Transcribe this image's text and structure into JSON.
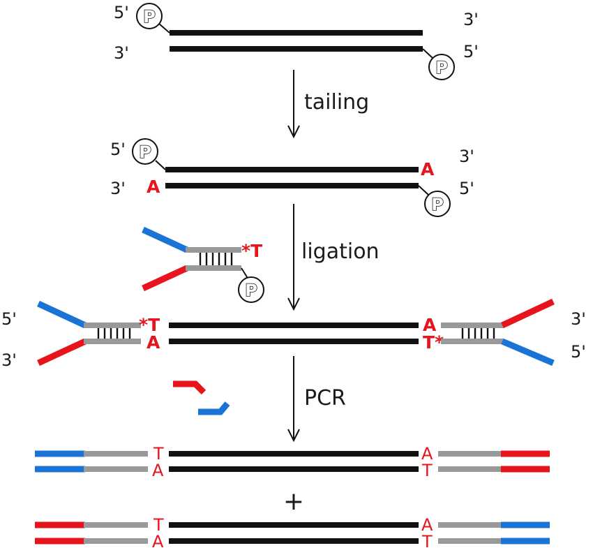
{
  "ends": {
    "five": "5'",
    "three": "3'"
  },
  "steps": {
    "tailing": "tailing",
    "ligation": "ligation",
    "pcr": "PCR"
  },
  "phosphate": "P",
  "bases": {
    "a": "A",
    "t": "T",
    "star_t": "*T",
    "t_star": "T*"
  },
  "plus": "+",
  "colors": {
    "dna": "#111111",
    "adapter_stem": "#999999",
    "primer_red": "#e8141b",
    "primer_blue": "#1a74d6"
  }
}
